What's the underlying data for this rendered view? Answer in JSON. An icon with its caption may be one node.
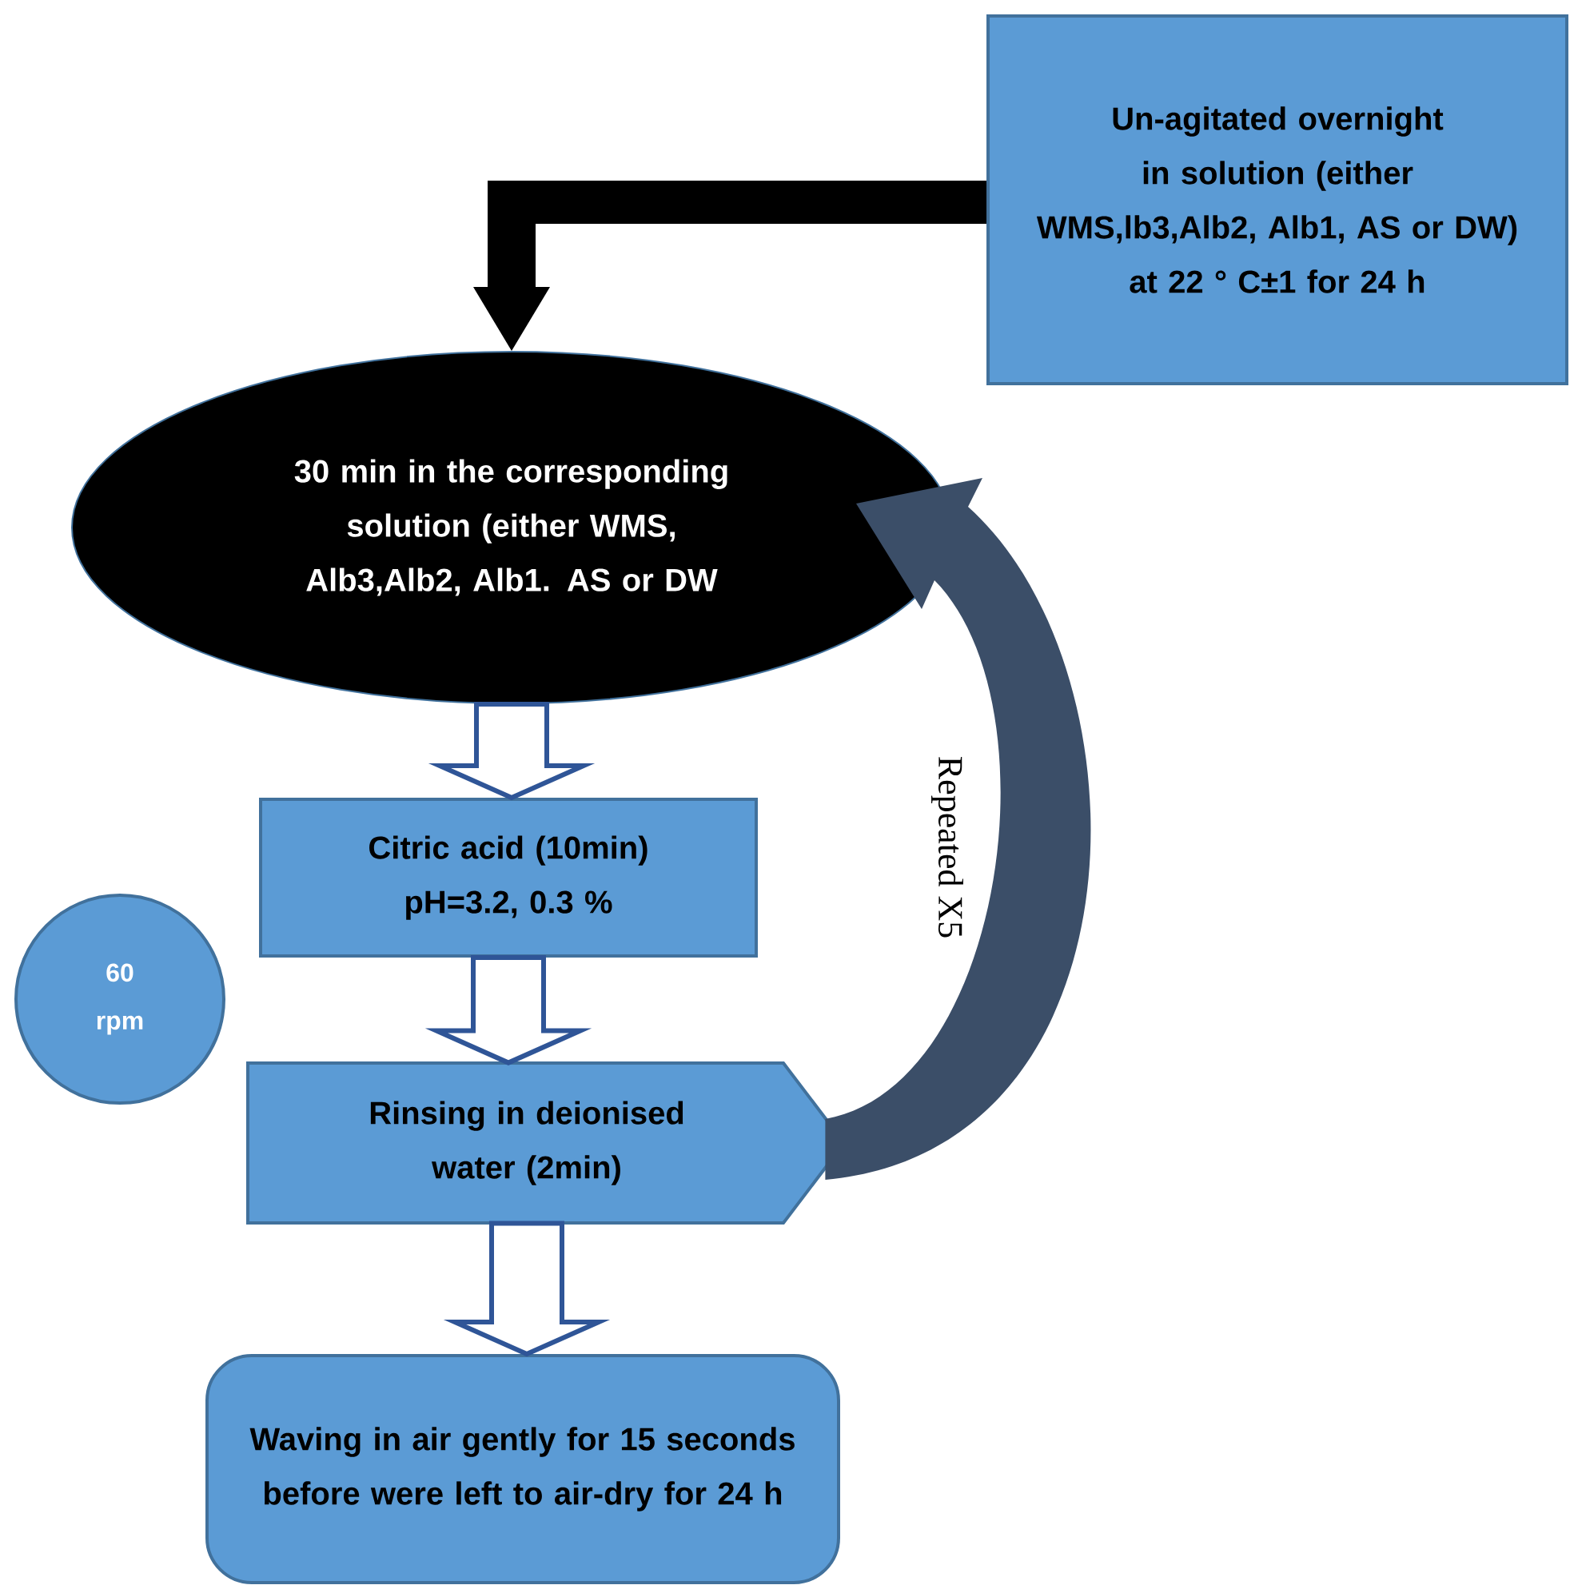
{
  "diagram": {
    "nodes": [
      {
        "text": [
          "Un-agitated overnight in solution (either WMS,lb3,Alb2, Alb1, AS or DW)",
          "at 22 ° C±1 for 24 h"
        ]
      },
      {
        "text": [
          "30 min in the corresponding solution (either WMS, Alb3,Alb2, Alb1. AS or DW"
        ]
      },
      {
        "text": [
          "Citric acid (10min) pH=3.2, 0.3 %"
        ]
      },
      {
        "text": [
          "60 rpm"
        ]
      },
      {
        "text": [
          "Rinsing in deionised water (2min)"
        ]
      },
      {
        "text": [
          "Waving in air gently for 15 seconds before were left to air-dry for 24 h"
        ]
      }
    ],
    "edges": [
      {
        "from": 0,
        "to": 1,
        "arrow": "to",
        "style": "thick",
        "color": "#000000"
      },
      {
        "from": 1,
        "to": 2,
        "arrow": "to"
      },
      {
        "from": 2,
        "to": 4,
        "arrow": "to"
      },
      {
        "from": 4,
        "to": 1,
        "arrow": "to",
        "style": "thick",
        "color": "#3b4e68",
        "label": "Repeated X5"
      },
      {
        "from": 4,
        "to": 5,
        "arrow": "to"
      }
    ]
  }
}
